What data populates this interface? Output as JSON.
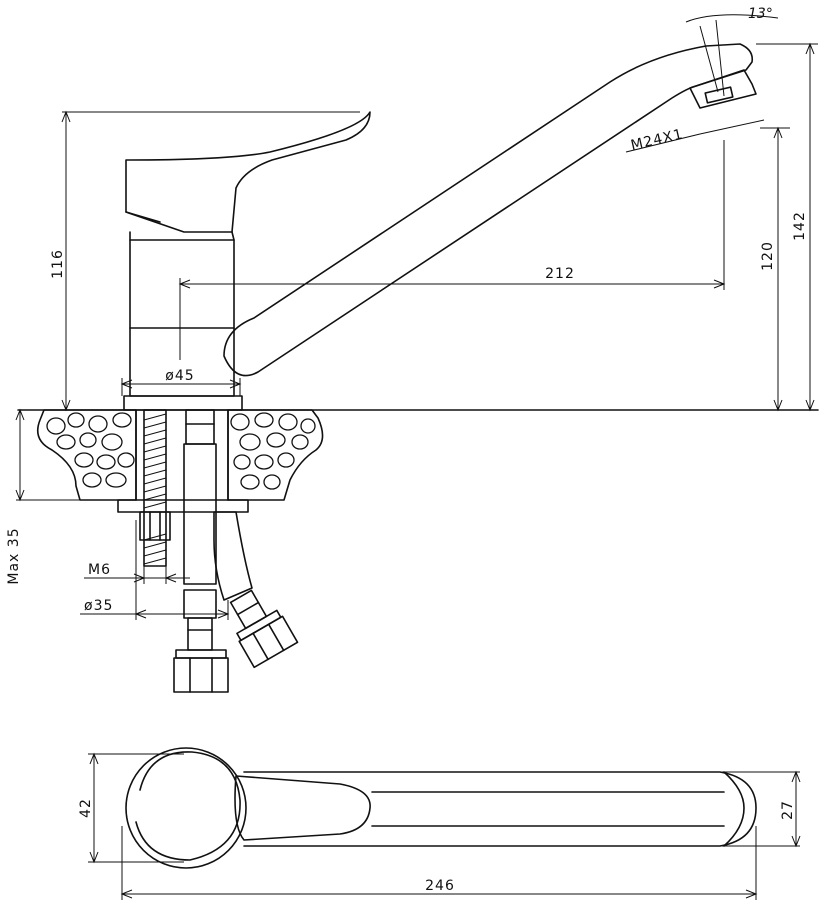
{
  "dimensions": {
    "spout_reach": "212",
    "height_outlet": "120",
    "total_height": "142",
    "body_height": "116",
    "body_diameter": "ø45",
    "aerator_thread": "M24X1",
    "spout_angle": "13°",
    "stud_thread": "M6",
    "hole_diameter": "ø35",
    "max_deck": "Max 35",
    "top_width": "42",
    "spout_tip_width": "27",
    "total_length": "246"
  }
}
